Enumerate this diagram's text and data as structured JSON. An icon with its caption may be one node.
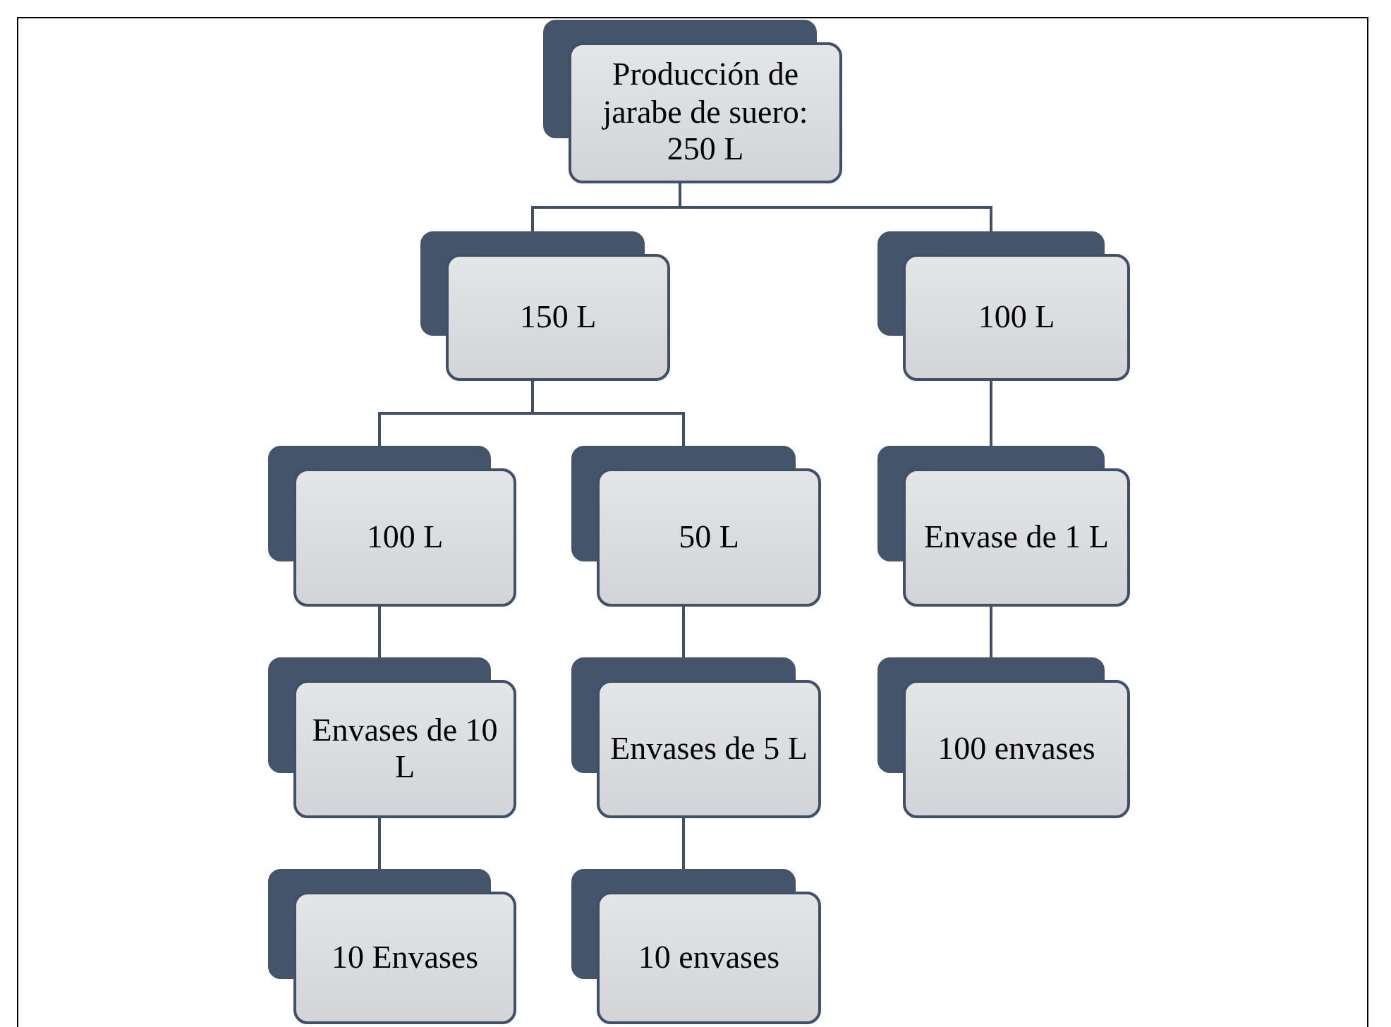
{
  "diagram": {
    "nodes": [
      {
        "text": [
          "Producción de jarabe de suero: 250 L"
        ]
      },
      {
        "text": [
          "150 L"
        ]
      },
      {
        "text": [
          "100 L"
        ]
      },
      {
        "text": [
          "100 L"
        ]
      },
      {
        "text": [
          "50 L"
        ]
      },
      {
        "text": [
          "Envase de 1 L"
        ]
      },
      {
        "text": [
          "Envases de 10 L"
        ]
      },
      {
        "text": [
          "Envases de 5 L"
        ]
      },
      {
        "text": [
          "100 envases"
        ]
      },
      {
        "text": [
          "10 Envases"
        ]
      },
      {
        "text": [
          "10 envases"
        ]
      }
    ],
    "edges": [
      {
        "from": 0,
        "to": 1,
        "arrow": "none"
      },
      {
        "from": 0,
        "to": 2,
        "arrow": "none"
      },
      {
        "from": 1,
        "to": 3,
        "arrow": "none"
      },
      {
        "from": 1,
        "to": 4,
        "arrow": "none"
      },
      {
        "from": 2,
        "to": 5,
        "arrow": "none"
      },
      {
        "from": 3,
        "to": 6,
        "arrow": "none"
      },
      {
        "from": 4,
        "to": 7,
        "arrow": "none"
      },
      {
        "from": 5,
        "to": 8,
        "arrow": "none"
      },
      {
        "from": 6,
        "to": 9,
        "arrow": "none"
      },
      {
        "from": 7,
        "to": 10,
        "arrow": "none"
      }
    ]
  }
}
